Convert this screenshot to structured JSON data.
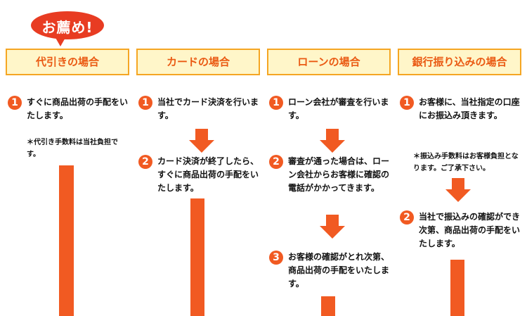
{
  "badge": {
    "label": "お薦め!"
  },
  "columns": [
    {
      "header": "代引きの場合",
      "steps": [
        {
          "num": "1",
          "text": "すぐに商品出荷の手配をいたします。"
        }
      ],
      "note": "＊代引き手数料は当社負担です。"
    },
    {
      "header": "カードの場合",
      "steps": [
        {
          "num": "1",
          "text": "当社でカード決済を行います。"
        },
        {
          "num": "2",
          "text": "カード決済が終了したら、すぐに商品出荷の手配をいたします。"
        }
      ]
    },
    {
      "header": "ローンの場合",
      "steps": [
        {
          "num": "1",
          "text": "ローン会社が審査を行います。"
        },
        {
          "num": "2",
          "text": "審査が通った場合は、ローン会社からお客様に確認の電話がかかってきます。"
        },
        {
          "num": "3",
          "text": "お客様の確認がとれ次第、商品出荷の手配をいたします。"
        }
      ]
    },
    {
      "header": "銀行振り込みの場合",
      "steps": [
        {
          "num": "1",
          "text": "お客様に、当社指定の口座にお振込み頂きます。"
        },
        {
          "num": "2",
          "text": "当社で振込みの確認ができ次第、商品出荷の手配をいたします。"
        }
      ],
      "note": "＊振込み手数料はお客様負担となります。ご了承下さい。"
    }
  ],
  "colors": {
    "accent": "#f15a22",
    "header_bg": "#fff6c9",
    "header_border": "#f5a623",
    "header_text": "#ea5a13"
  }
}
